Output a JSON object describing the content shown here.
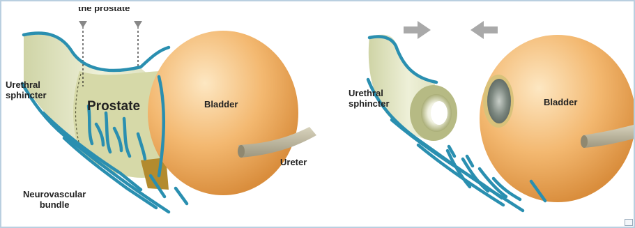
{
  "labels": {
    "top_caption": "the prostate",
    "left_urethral_sphincter": "Urethral\nsphincter",
    "prostate": "Prostate",
    "left_bladder": "Bladder",
    "ureter": "Ureter",
    "neurovascular_bundle": "Neurovascular\nbundle",
    "right_urethral_sphincter": "Urethral\nsphincter",
    "right_bladder": "Bladder"
  },
  "colors": {
    "bladder": "#f0b46a",
    "nerve": "#2a8fb0",
    "urethra": "#dfe2c2",
    "prostate": "#c9cd95",
    "arrow": "#a9a9a9",
    "ureter": "#b5b09a"
  }
}
